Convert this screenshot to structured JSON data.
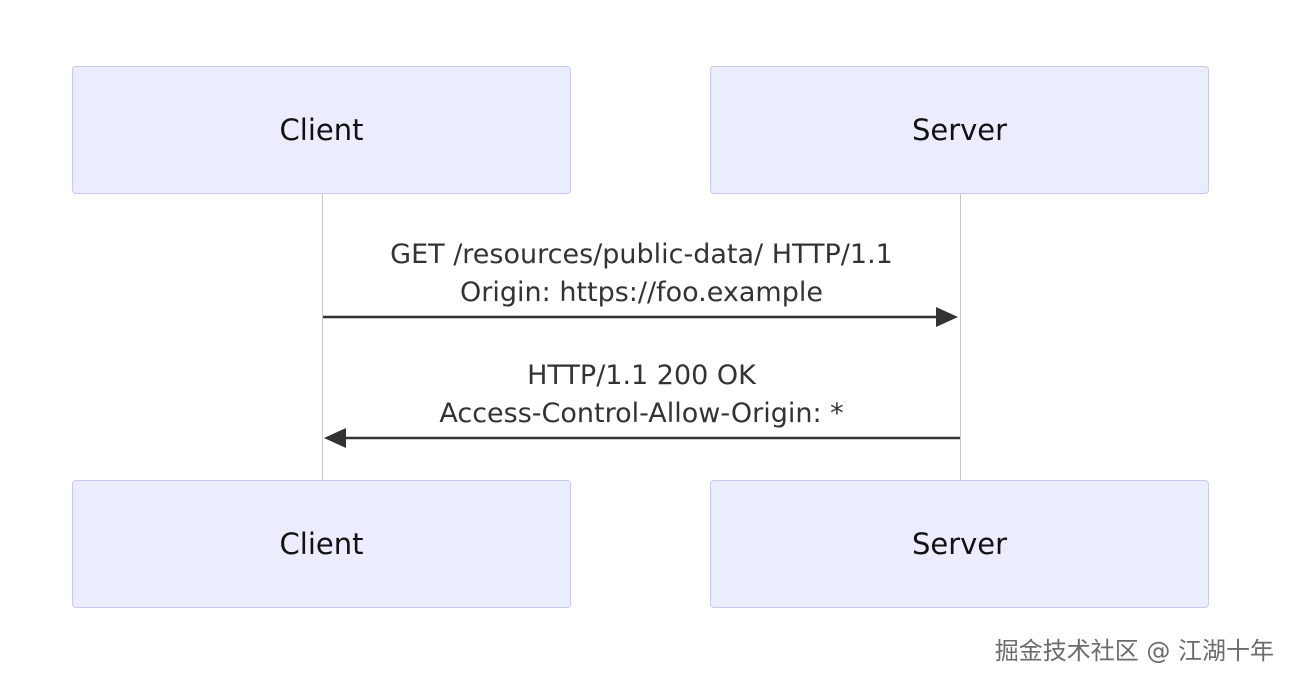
{
  "diagram": {
    "type": "sequence",
    "participants": [
      "Client",
      "Server"
    ],
    "messages": [
      {
        "from": "Client",
        "to": "Server",
        "lines": [
          "GET /resources/public-data/ HTTP/1.1",
          "Origin: https://foo.example"
        ]
      },
      {
        "from": "Server",
        "to": "Client",
        "lines": [
          "HTTP/1.1 200 OK",
          "Access-Control-Allow-Origin: *"
        ]
      }
    ]
  },
  "colors": {
    "actor_fill": "#ececff",
    "actor_border": "#c8c8f0",
    "lifeline": "#c9c9c9",
    "arrow": "#333333",
    "text": "#111111",
    "watermark": "#6b6b6b"
  },
  "watermark": "掘金技术社区 @ 江湖十年"
}
